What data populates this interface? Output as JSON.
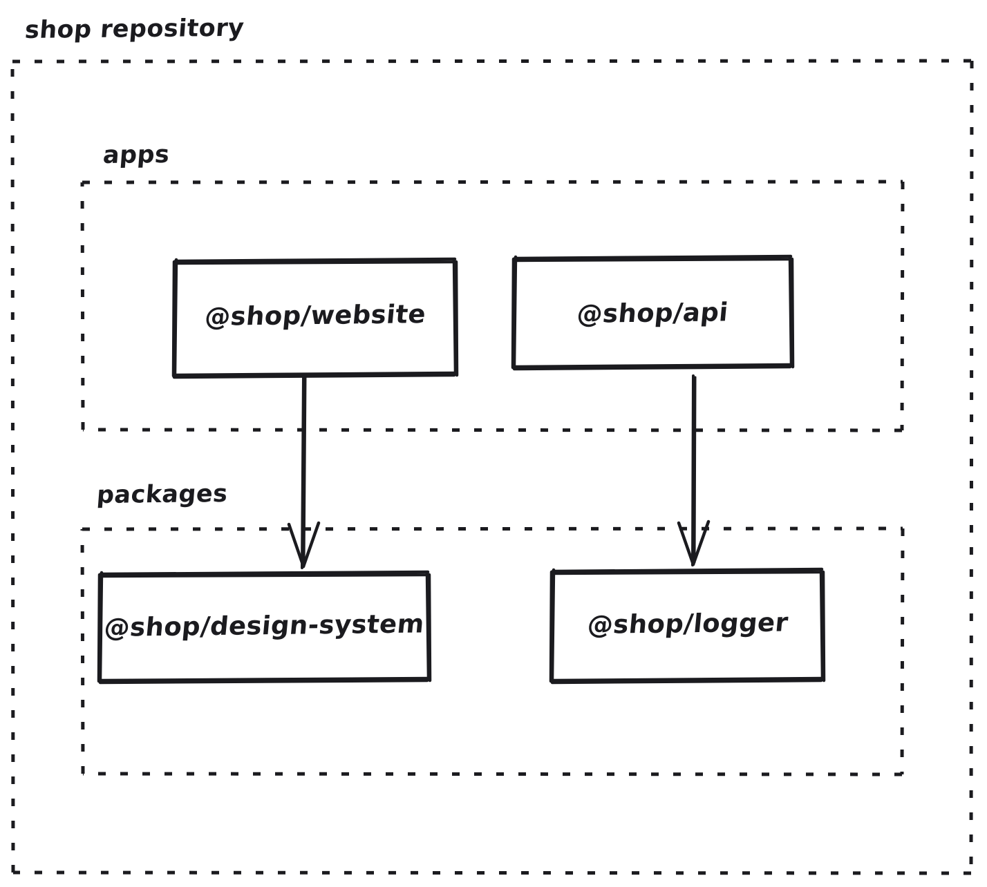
{
  "diagram": {
    "type": "monorepo-dependency-graph",
    "style": "hand-drawn-sketch",
    "background_color": "#ffffff",
    "stroke_color": "#1b1b1f",
    "root": {
      "label": "shop repository",
      "border_style": "dashed"
    },
    "groups": [
      {
        "id": "apps",
        "label": "apps",
        "border_style": "dashed",
        "nodes": [
          "@shop/website",
          "@shop/api"
        ]
      },
      {
        "id": "packages",
        "label": "packages",
        "border_style": "dashed",
        "nodes": [
          "@shop/design-system",
          "@shop/logger"
        ]
      }
    ],
    "nodes": [
      {
        "id": "website",
        "label": "@shop/website",
        "group": "apps"
      },
      {
        "id": "api",
        "label": "@shop/api",
        "group": "apps"
      },
      {
        "id": "design-system",
        "label": "@shop/design-system",
        "group": "packages"
      },
      {
        "id": "logger",
        "label": "@shop/logger",
        "group": "packages"
      }
    ],
    "edges": [
      {
        "from": "website",
        "to": "design-system",
        "arrow": "down"
      },
      {
        "from": "api",
        "to": "logger",
        "arrow": "down"
      }
    ]
  }
}
